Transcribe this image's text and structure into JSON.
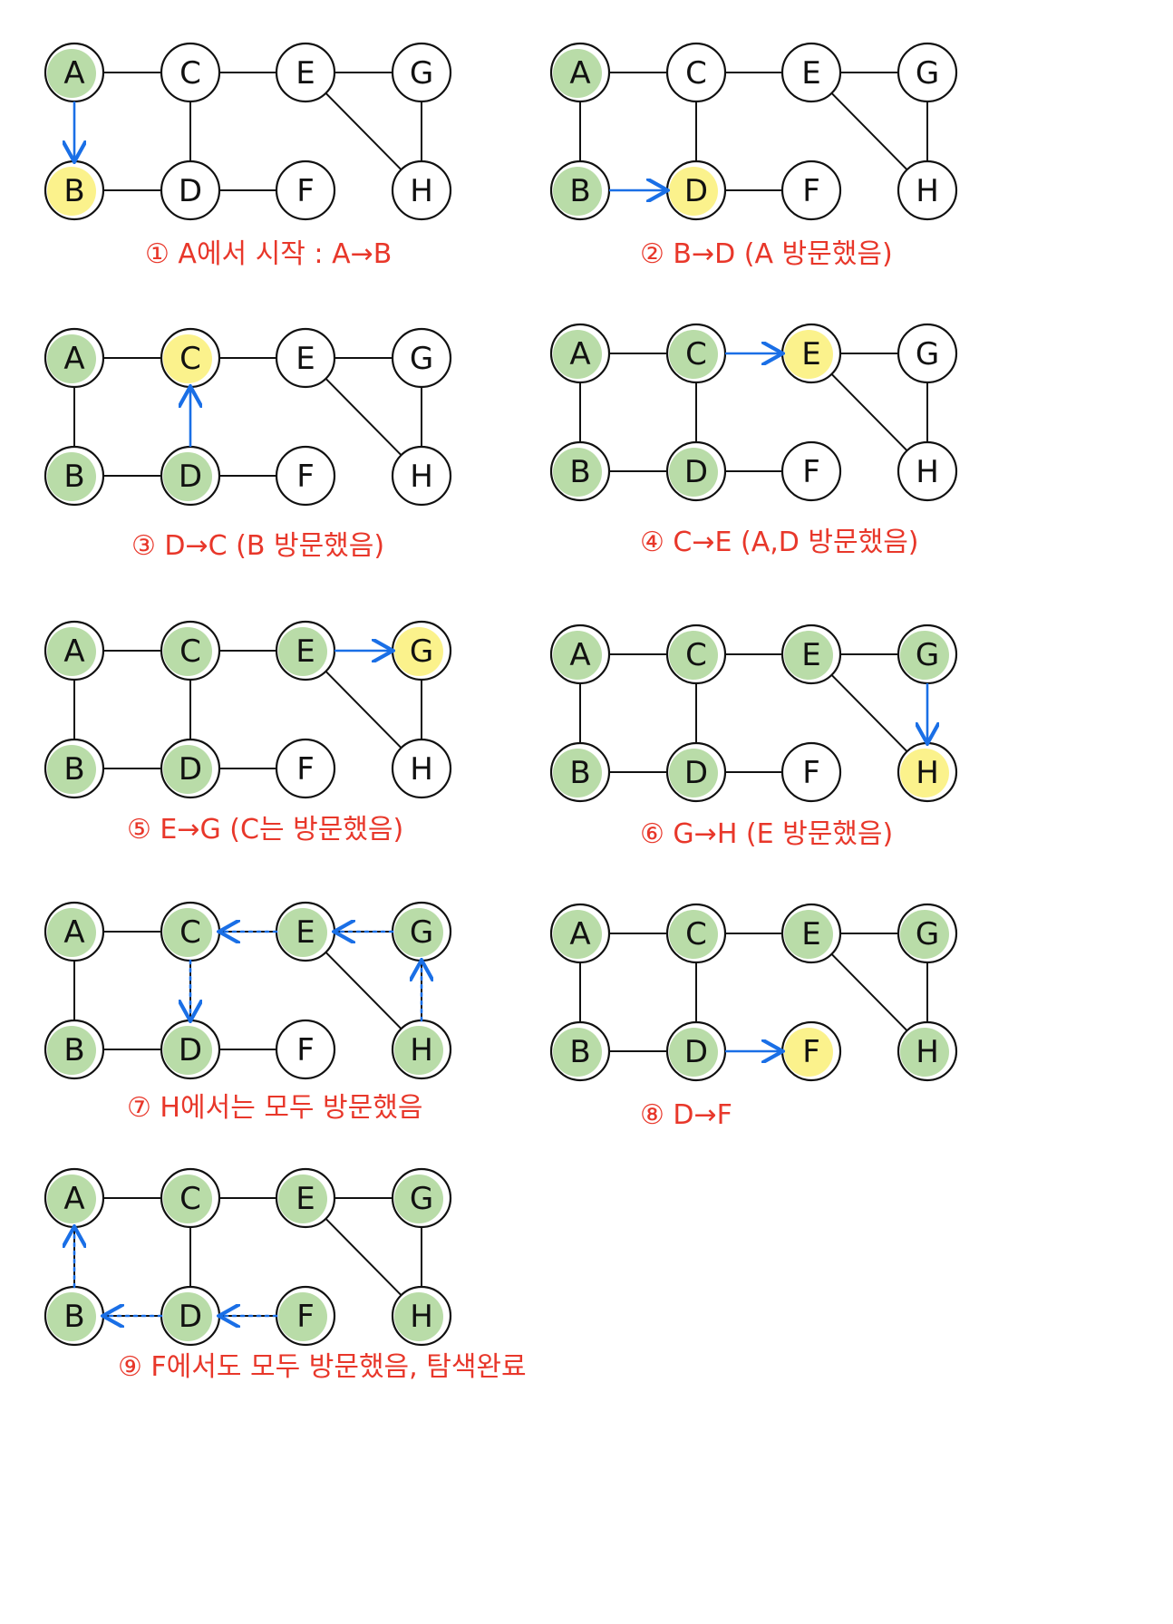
{
  "colors": {
    "visited": "#b9dca8",
    "current": "#fbf28c",
    "unvisited": "#ffffff",
    "edge": "#111111",
    "arrow": "#1a6fe6",
    "caption": "#e8372a"
  },
  "graph": {
    "nodes": [
      "A",
      "C",
      "E",
      "G",
      "B",
      "D",
      "F",
      "H"
    ],
    "edges": [
      [
        "A",
        "C"
      ],
      [
        "C",
        "E"
      ],
      [
        "E",
        "G"
      ],
      [
        "A",
        "B"
      ],
      [
        "C",
        "D"
      ],
      [
        "G",
        "H"
      ],
      [
        "E",
        "H"
      ],
      [
        "B",
        "D"
      ],
      [
        "D",
        "F"
      ]
    ]
  },
  "steps": [
    {
      "caption": "① A에서 시작 : A→B",
      "visited": [
        "A"
      ],
      "current": [
        "B"
      ],
      "arrows": [
        {
          "from": "A",
          "to": "B",
          "dashed": false
        }
      ]
    },
    {
      "caption": "② B→D (A 방문했음)",
      "visited": [
        "A",
        "B"
      ],
      "current": [
        "D"
      ],
      "arrows": [
        {
          "from": "B",
          "to": "D",
          "dashed": false
        }
      ]
    },
    {
      "caption": "③ D→C (B 방문했음)",
      "visited": [
        "A",
        "B",
        "D"
      ],
      "current": [
        "C"
      ],
      "arrows": [
        {
          "from": "D",
          "to": "C",
          "dashed": false
        }
      ]
    },
    {
      "caption": "④ C→E (A,D 방문했음)",
      "visited": [
        "A",
        "B",
        "C",
        "D"
      ],
      "current": [
        "E"
      ],
      "arrows": [
        {
          "from": "C",
          "to": "E",
          "dashed": false
        }
      ]
    },
    {
      "caption": "⑤ E→G (C는 방문했음)",
      "visited": [
        "A",
        "B",
        "C",
        "D",
        "E"
      ],
      "current": [
        "G"
      ],
      "arrows": [
        {
          "from": "E",
          "to": "G",
          "dashed": false
        }
      ]
    },
    {
      "caption": "⑥ G→H (E 방문했음)",
      "visited": [
        "A",
        "B",
        "C",
        "D",
        "E",
        "G"
      ],
      "current": [
        "H"
      ],
      "arrows": [
        {
          "from": "G",
          "to": "H",
          "dashed": false
        }
      ]
    },
    {
      "caption": "⑦ H에서는 모두 방문했음",
      "visited": [
        "A",
        "B",
        "C",
        "D",
        "E",
        "G",
        "H"
      ],
      "current": [],
      "arrows": [
        {
          "from": "H",
          "to": "G",
          "dashed": true
        },
        {
          "from": "G",
          "to": "E",
          "dashed": true
        },
        {
          "from": "E",
          "to": "C",
          "dashed": true
        },
        {
          "from": "C",
          "to": "D",
          "dashed": true
        }
      ]
    },
    {
      "caption": "⑧ D→F",
      "visited": [
        "A",
        "B",
        "C",
        "D",
        "E",
        "G",
        "H"
      ],
      "current": [
        "F"
      ],
      "arrows": [
        {
          "from": "D",
          "to": "F",
          "dashed": false
        }
      ]
    },
    {
      "caption": "⑨ F에서도 모두 방문했음, 탐색완료",
      "visited": [
        "A",
        "B",
        "C",
        "D",
        "E",
        "F",
        "G",
        "H"
      ],
      "current": [],
      "arrows": [
        {
          "from": "F",
          "to": "D",
          "dashed": true
        },
        {
          "from": "D",
          "to": "B",
          "dashed": true
        },
        {
          "from": "B",
          "to": "A",
          "dashed": true
        }
      ]
    }
  ]
}
